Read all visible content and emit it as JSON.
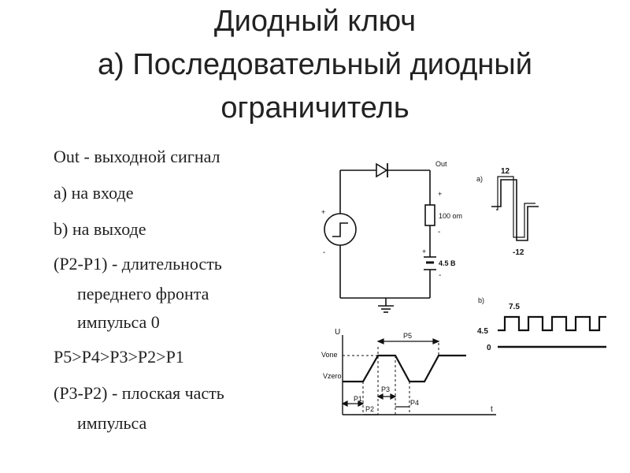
{
  "title": {
    "line1": "Диодный ключ",
    "line2": "а) Последовательный диодный",
    "line3": "ограничитель"
  },
  "bullets": [
    "Out - выходной сигнал",
    "а) на входе",
    "b) на выходе",
    "(P2-P1) - длительность",
    "переднего фронта",
    "импульса 0",
    "P5>P4>P3>P2>P1",
    "(P3-P2) - плоская часть",
    "импульса"
  ],
  "circuit": {
    "out_label": "Out",
    "resistor_label": "100 om",
    "battery_label": "4.5 B",
    "plus": "+",
    "minus": "-"
  },
  "wave_a": {
    "label": "a)",
    "high": "12",
    "low": "-12"
  },
  "wave_b": {
    "label": "b)",
    "high": "7.5",
    "mid": "4.5",
    "zero": "0"
  },
  "timing": {
    "u_label": "U",
    "t_label": "t",
    "vone": "Vone",
    "vzero": "Vzero",
    "p1": "P1",
    "p2": "P2",
    "p3": "P3",
    "p4": "P4",
    "p5": "P5"
  }
}
